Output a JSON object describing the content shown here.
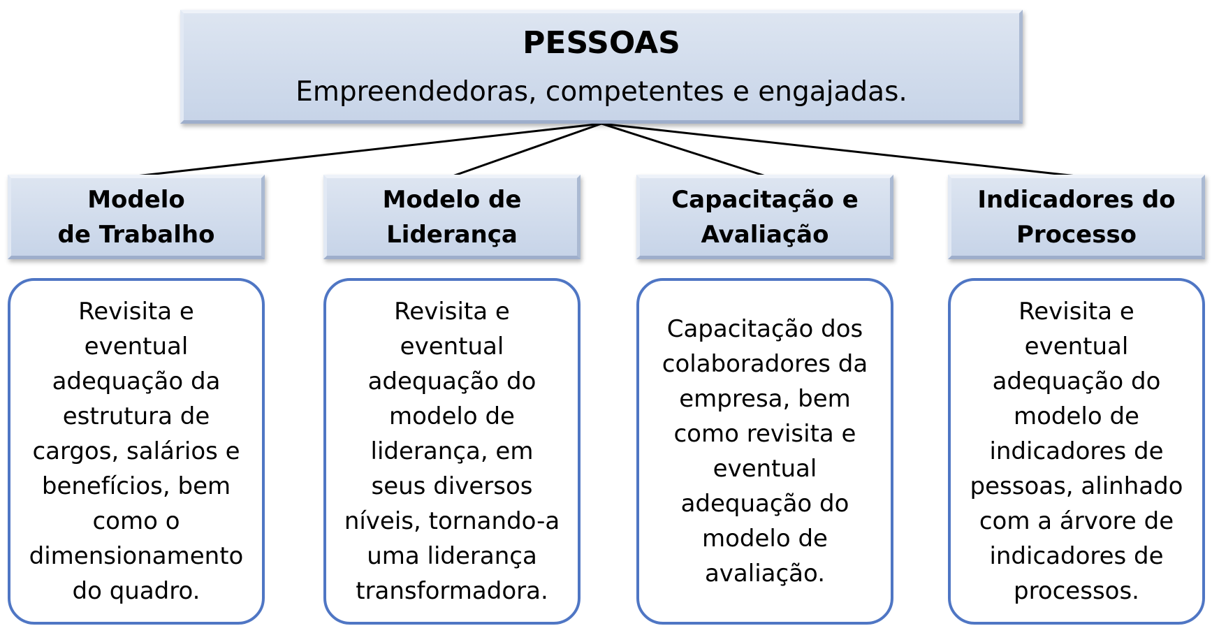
{
  "root": {
    "title": "PESSOAS",
    "subtitle": "Empreendedoras, competentes e engajadas."
  },
  "categories": [
    {
      "heading_lines": [
        "Modelo",
        "de Trabalho"
      ],
      "description_lines": [
        "Revisita e",
        "eventual",
        "adequação da",
        "estrutura de",
        "cargos, salários e",
        "benefícios, bem",
        "como o",
        "dimensionamento",
        "do quadro."
      ]
    },
    {
      "heading_lines": [
        "Modelo de",
        "Liderança"
      ],
      "description_lines": [
        "Revisita e",
        "eventual",
        "adequação do",
        "modelo de",
        "liderança, em",
        "seus diversos",
        "níveis, tornando-a",
        "uma liderança",
        "transformadora."
      ]
    },
    {
      "heading_lines": [
        "Capacitação e",
        "Avaliação"
      ],
      "description_lines": [
        "Capacitação dos",
        "colaboradores da",
        "empresa, bem",
        "como revisita e",
        "eventual",
        "adequação do",
        "modelo de",
        "avaliação."
      ]
    },
    {
      "heading_lines": [
        "Indicadores do",
        "Processo"
      ],
      "description_lines": [
        "Revisita e",
        "eventual",
        "adequação do",
        "modelo de",
        "indicadores de",
        "pessoas, alinhado",
        "com a árvore de",
        "indicadores de",
        "processos."
      ]
    }
  ]
}
